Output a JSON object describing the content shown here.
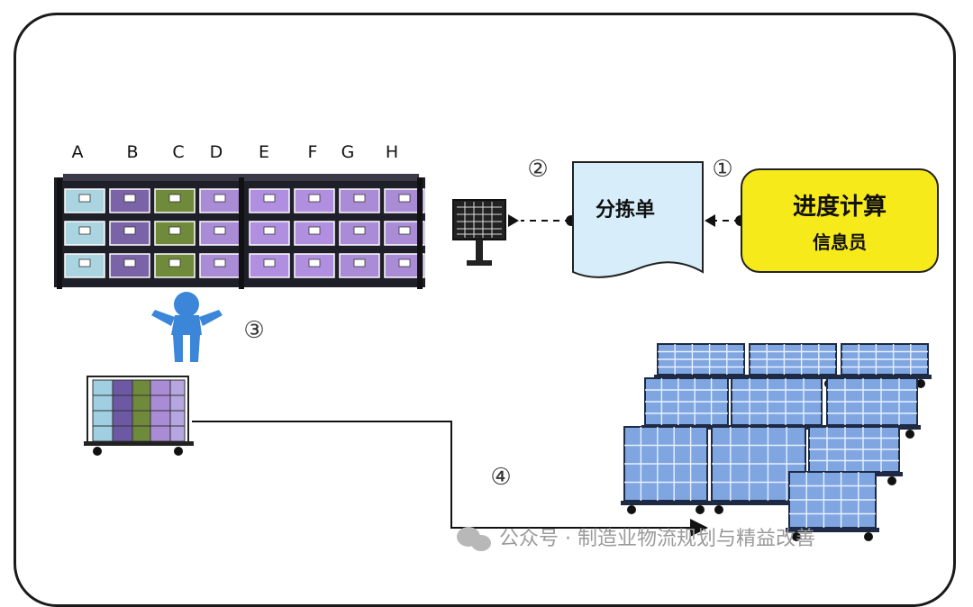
{
  "shelf": {
    "columns": [
      "A",
      "B",
      "C",
      "D",
      "E",
      "F",
      "G",
      "H"
    ],
    "bin_colors": [
      "#a9d4e0",
      "#7b63a8",
      "#6f8a3a",
      "#a98bd6",
      "#b08fe0",
      "#b08fe0",
      "#a98bd6",
      "#a98bd6"
    ]
  },
  "steps": {
    "one": "①",
    "two": "②",
    "three": "③",
    "four": "④"
  },
  "picking_list": {
    "label": "分拣单"
  },
  "info_box": {
    "title": "进度计算",
    "subtitle": "信息员",
    "color": "#f7ea1a"
  },
  "watermark": {
    "text": "公众号 · 制造业物流规划与精益改善"
  }
}
